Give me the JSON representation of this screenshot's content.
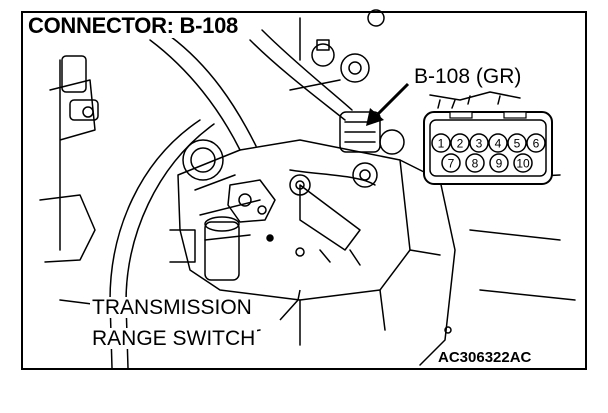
{
  "header": {
    "title": "CONNECTOR: B-108"
  },
  "connector": {
    "label": "B-108 (GR)",
    "pins_top": [
      "1",
      "2",
      "3",
      "4",
      "5",
      "6"
    ],
    "pins_bottom": [
      "7",
      "8",
      "9",
      "10"
    ]
  },
  "component": {
    "line1": "TRANSMISSION",
    "line2": "RANGE SWITCH"
  },
  "footer": {
    "ref_code": "AC306322AC"
  }
}
